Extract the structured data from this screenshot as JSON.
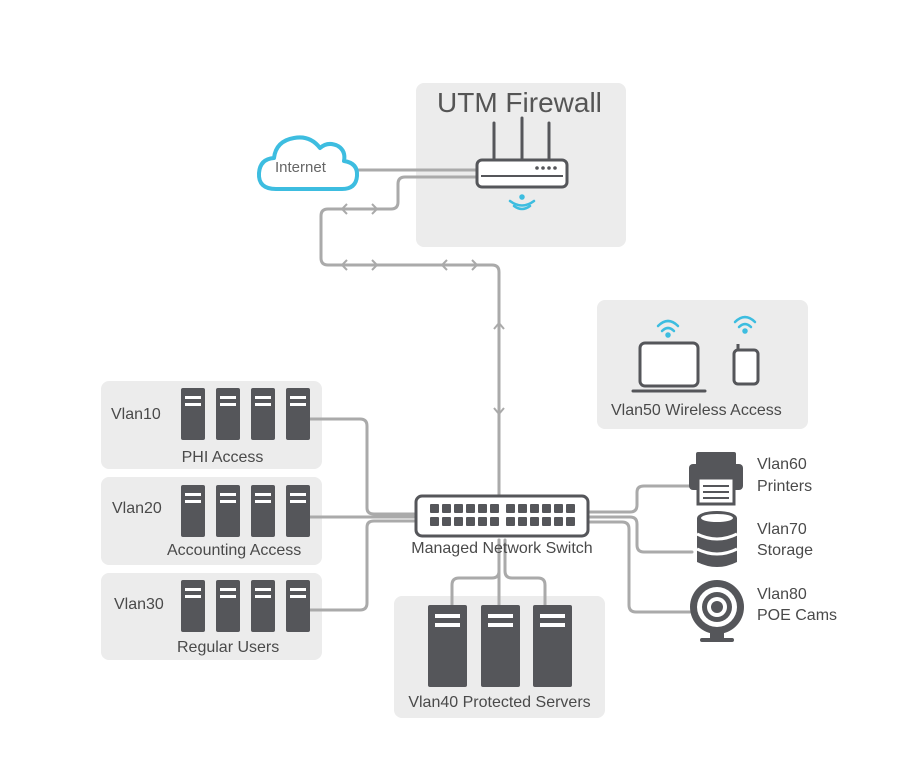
{
  "firewall": {
    "title": "UTM Firewall"
  },
  "cloud": {
    "label": "Internet"
  },
  "wireless": {
    "label": "Vlan50 Wireless Access"
  },
  "switch": {
    "label": "Managed Network Switch"
  },
  "groups": [
    {
      "vlan": "Vlan10",
      "label": "PHI Access"
    },
    {
      "vlan": "Vlan20",
      "label": "Accounting Access"
    },
    {
      "vlan": "Vlan30",
      "label": "Regular Users"
    }
  ],
  "servers": {
    "label": "Vlan40 Protected Servers"
  },
  "devices": [
    {
      "vlan": "Vlan60",
      "label": "Printers",
      "icon": "printer-icon"
    },
    {
      "vlan": "Vlan70",
      "label": "Storage",
      "icon": "database-icon"
    },
    {
      "vlan": "Vlan80",
      "label": "POE Cams",
      "icon": "camera-icon"
    }
  ],
  "colors": {
    "panel": "#ececec",
    "line": "#aaaaaa",
    "device": "#55565a",
    "accent": "#3dbde0"
  }
}
